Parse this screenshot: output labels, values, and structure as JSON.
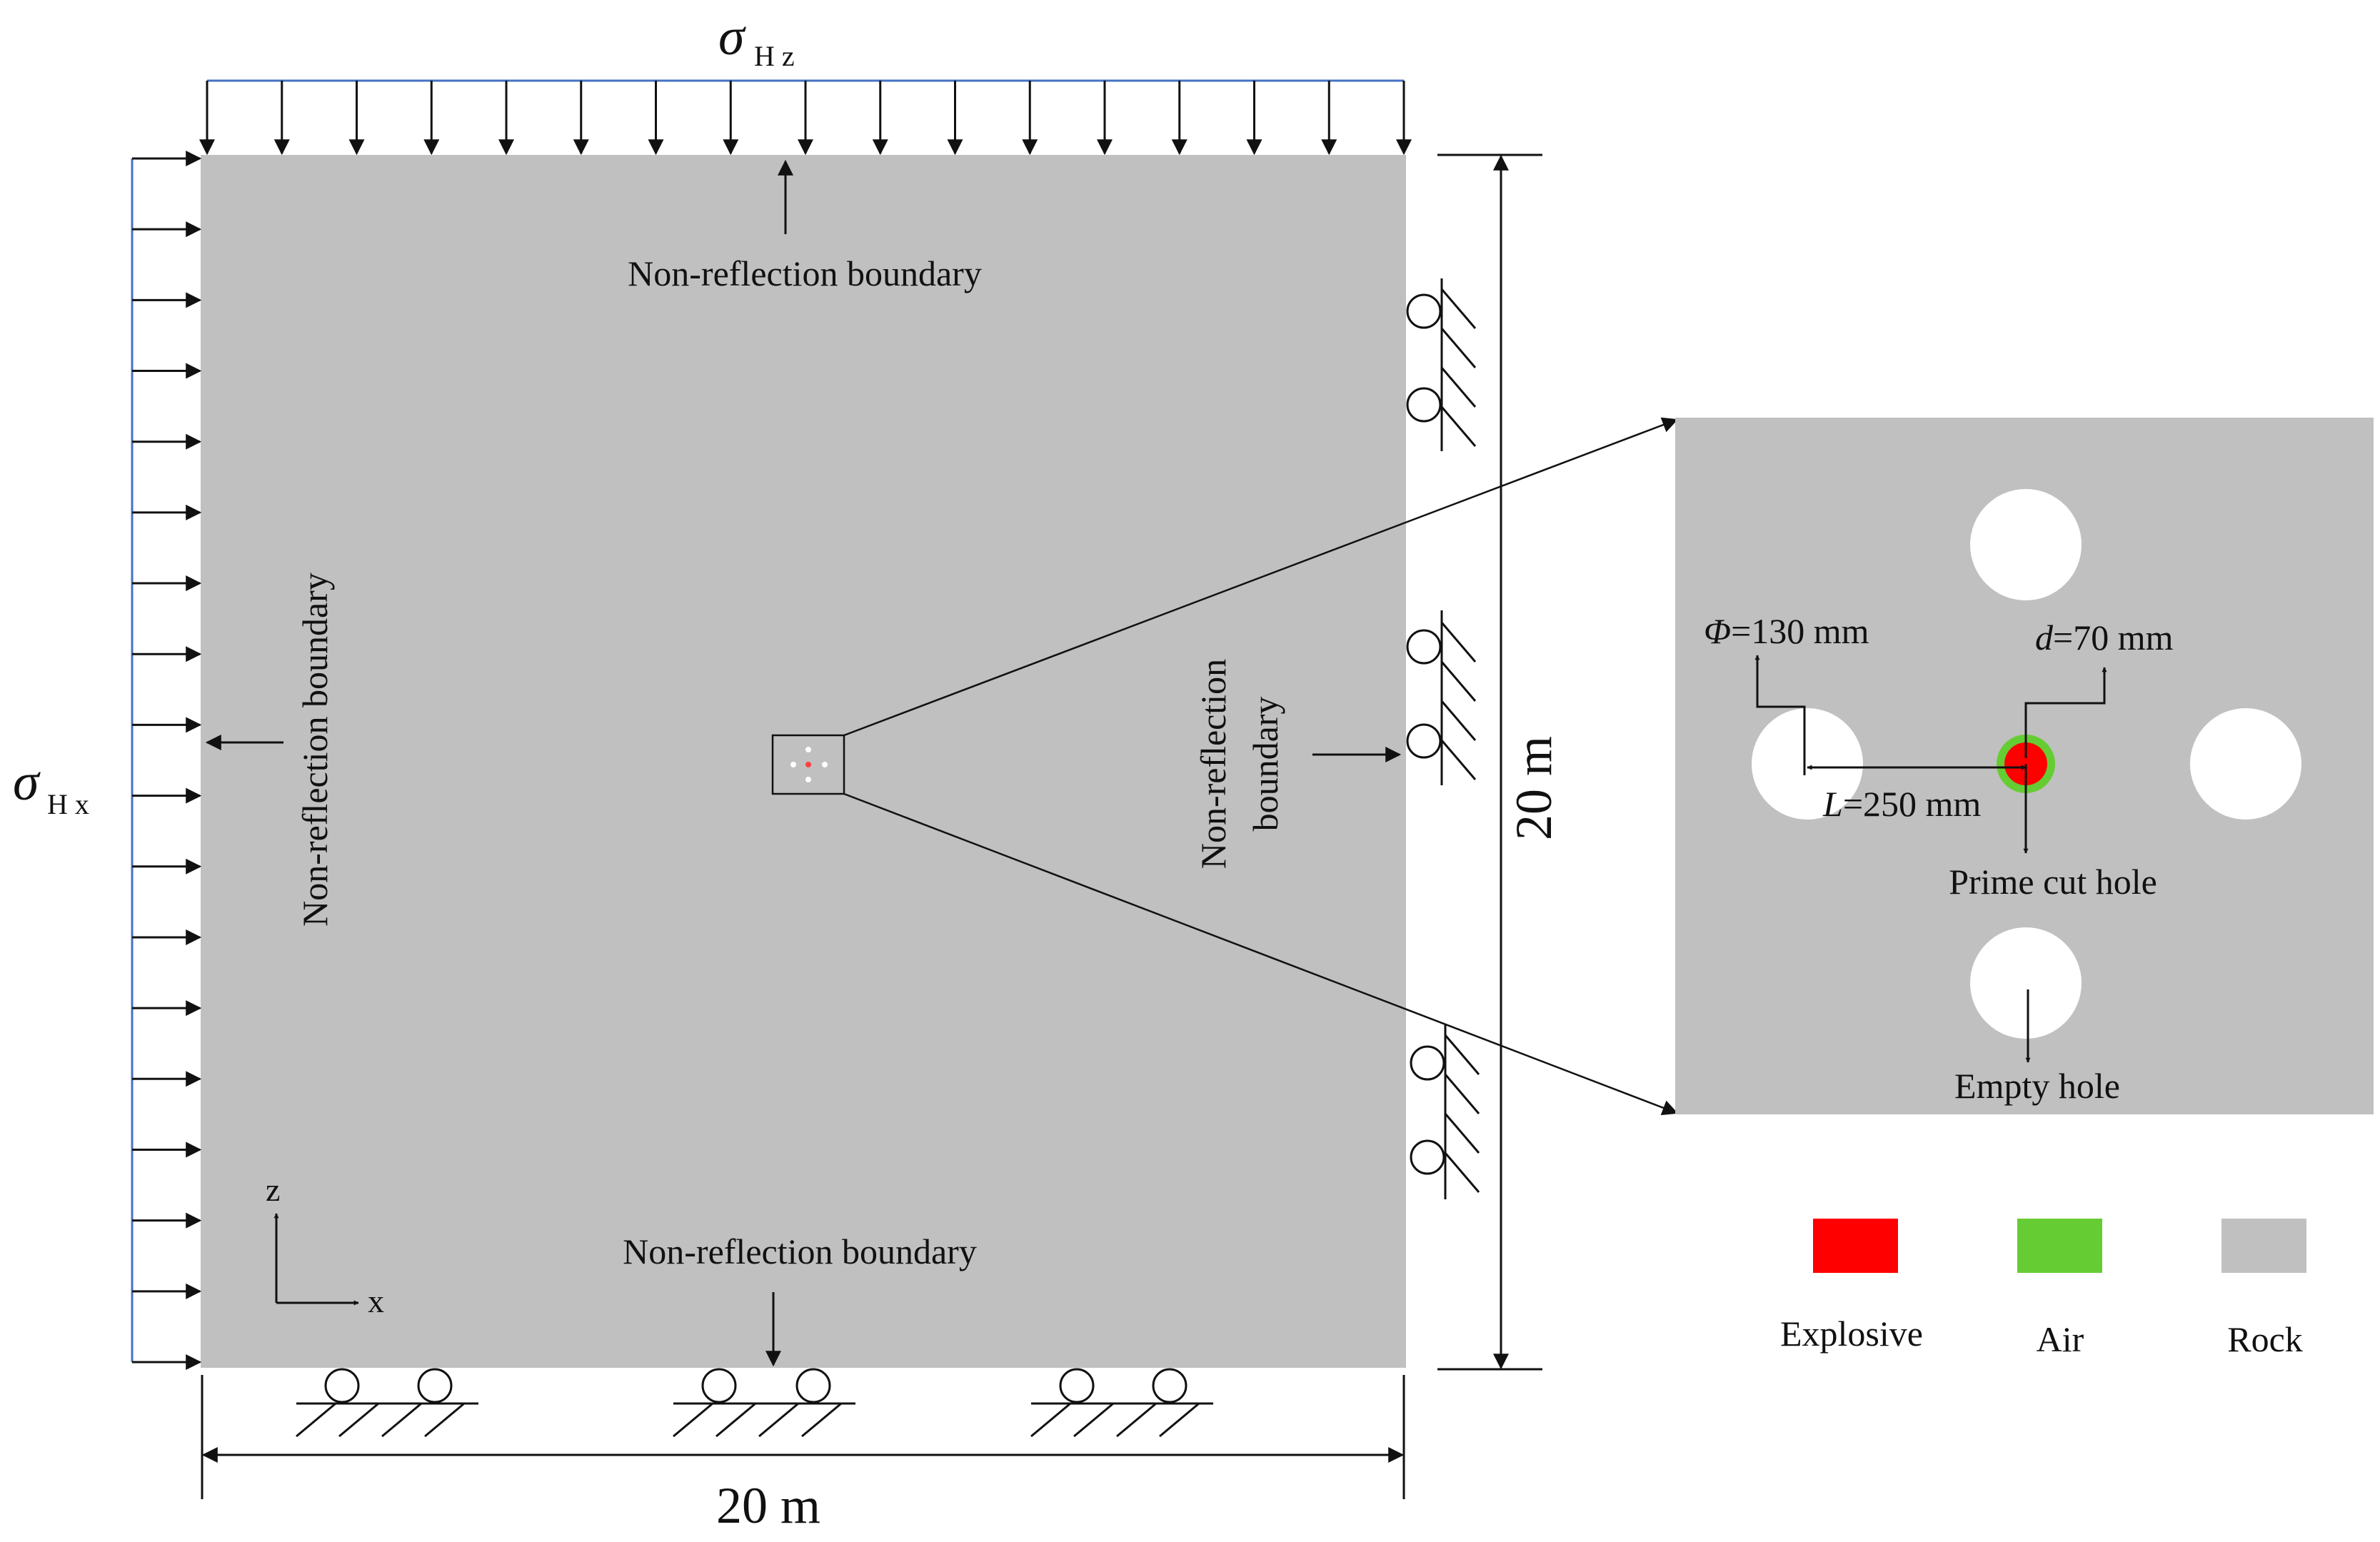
{
  "stress": {
    "top_symbol": "σ",
    "top_subscript": "H z",
    "left_symbol": "σ",
    "left_subscript": "H x"
  },
  "labels": {
    "boundary_top": "Non-reflection boundary",
    "boundary_left": "Non-reflection boundary",
    "boundary_right_line1": "Non-reflection",
    "boundary_right_line2": "boundary",
    "boundary_bottom": "Non-reflection boundary"
  },
  "dimensions": {
    "width": "20 m",
    "height": "20 m"
  },
  "axes": {
    "z": "z",
    "x": "x"
  },
  "detail": {
    "phi_symbol": "Φ",
    "phi_value": "=130 mm",
    "d_symbol": "d",
    "d_value": "=70 mm",
    "L_symbol": "L",
    "L_value": "=250 mm",
    "prime_cut_hole": "Prime cut hole",
    "empty_hole": "Empty hole"
  },
  "legend": [
    {
      "label": "Explosive",
      "color": "#ff0000"
    },
    {
      "label": "Air",
      "color": "#66cc33"
    },
    {
      "label": "Rock",
      "color": "#c0c0c0"
    }
  ],
  "colors": {
    "rock": "#c0c0c0",
    "explosive": "#ff0000",
    "air": "#66cc33",
    "load_line": "#4472c4"
  }
}
